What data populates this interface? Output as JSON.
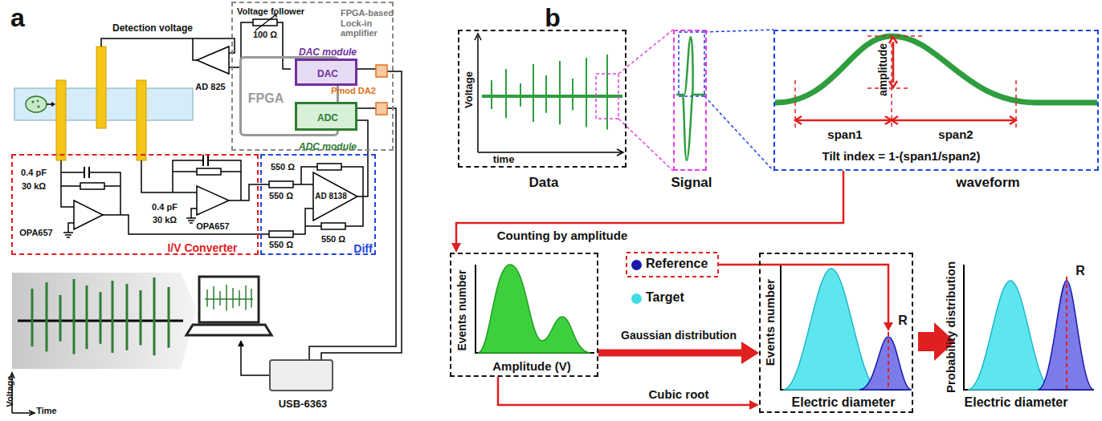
{
  "diagram": {
    "nodes": [
      {
        "text": [
          "FPGA-based Lock-in amplifier"
        ]
      },
      {
        "text": [
          "FPGA"
        ],
        "in": 0
      },
      {
        "text": [
          "DAC",
          "DAC module"
        ],
        "in": 1
      },
      {
        "text": [
          "ADC",
          "ADC module"
        ],
        "in": 1
      },
      {
        "text": [
          "I/V Converter"
        ]
      },
      {
        "text": [
          "Diff"
        ]
      },
      {
        "text": [
          "USB-6363"
        ]
      },
      {
        "text": [
          "Voltage",
          "time",
          "Data"
        ]
      },
      {
        "text": [
          "Signal"
        ]
      },
      {
        "text": [
          "amplitude",
          "span1",
          "span2",
          "Tilt index = 1-(span1/span2)",
          "waveform"
        ]
      },
      {
        "text": [
          "Events number",
          "Amplitude (V)"
        ]
      },
      {
        "text": [
          "Events number",
          "Electric diameter",
          "R"
        ]
      }
    ],
    "edges": [
      {
        "from": 9,
        "to": 10,
        "arrow": "to",
        "label": "Counting by amplitude"
      },
      {
        "from": 10,
        "to": 11,
        "arrow": "to",
        "label": "Gaussian distribution"
      },
      {
        "from": 10,
        "to": 11,
        "arrow": "to",
        "label": "Cubic root"
      }
    ],
    "labels": [
      "a",
      "b",
      "Detection voltage",
      "Voltage follower",
      "100 Ω",
      "AD 825",
      "Pmod DA2",
      "0.4 pF",
      "30 kΩ",
      "OPA657",
      "0.4 pF",
      "30 kΩ",
      "OPA657",
      "550 Ω",
      "550 Ω",
      "550 Ω",
      "550 Ω",
      "AD 8138",
      "Voltage",
      "Time",
      "Probability distribution",
      "Electric diameter",
      "R"
    ],
    "legend": [
      {
        "text": "Reference",
        "color": "#1a1aaa"
      },
      {
        "text": "Target",
        "color": "#40dde6"
      }
    ]
  }
}
